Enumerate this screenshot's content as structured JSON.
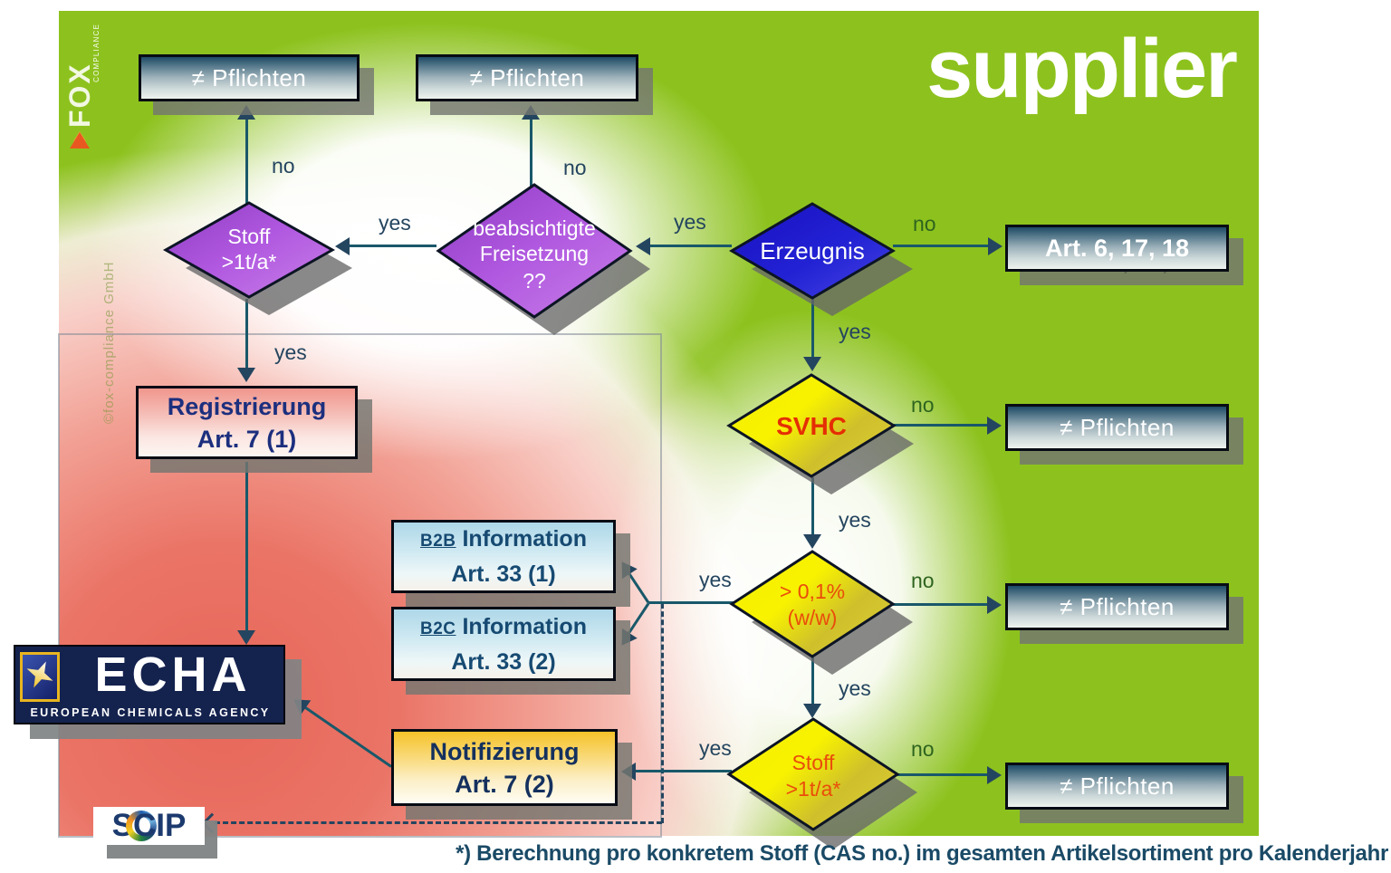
{
  "title": "supplier",
  "footnote": "*) Berechnung pro konkretem Stoff (CAS no.) im gesamten Artikelsortiment pro Kalenderjahr",
  "colors": {
    "background_green": "#8dc21e",
    "red_glow": "#e7675a",
    "arrow_line": "#19586a",
    "label_yes_no": "#24455f",
    "label_no_on_green": "#2e641e",
    "diamond_purple": "#b159e0",
    "diamond_blue": "#2222d4",
    "diamond_yellow": "#f8f200",
    "svhc_text_red": "#e52e04"
  },
  "logos": {
    "fox": {
      "text": "FOX",
      "sub": "COMPLIANCE",
      "watermark": "©fox-compliance GmbH"
    },
    "echa": {
      "text": "ECHA",
      "sub": "EUROPEAN CHEMICALS AGENCY"
    },
    "scip": {
      "pre": "S",
      "c": "C",
      "post": "IP"
    }
  },
  "decisions": {
    "stoff_top": {
      "line1": "Stoff",
      "line2": ">1t/a*"
    },
    "freisetzung": {
      "line1": "beabsichtigte",
      "line2": "Freisetzung",
      "line3": "??"
    },
    "erzeugnis": {
      "line1": "Erzeugnis"
    },
    "svhc": {
      "line1": "SVHC"
    },
    "pct": {
      "line1": "> 0,1%",
      "line2": "(w/w)"
    },
    "stoff_bottom": {
      "line1": "Stoff",
      "line2": ">1t/a*"
    }
  },
  "boxes": {
    "pflichten_top_left": {
      "text": "≠ Pflichten"
    },
    "pflichten_top_mid": {
      "text": "≠ Pflichten"
    },
    "art_6_17_18": {
      "text": "Art. 6, 17, 18"
    },
    "pflichten_svhc": {
      "text": "≠ Pflichten"
    },
    "pflichten_pct": {
      "text": "≠ Pflichten"
    },
    "pflichten_stoff": {
      "text": "≠ Pflichten"
    },
    "registrierung": {
      "line1": "Registrierung",
      "line2": "Art. 7 (1)"
    },
    "b2b": {
      "prefix": "B2B",
      "line1": " Information",
      "line2": "Art. 33 (1)"
    },
    "b2c": {
      "prefix": "B2C",
      "line1": " Information",
      "line2": "Art. 33 (2)"
    },
    "notifizierung": {
      "line1": "Notifizierung",
      "line2": "Art. 7 (2)"
    }
  },
  "labels": {
    "stoff_top_no": "no",
    "freisetzung_no": "no",
    "freisetzung_yes": "yes",
    "erzeugnis_yes": "yes",
    "erzeugnis_no": "no",
    "erzeugnis_svhc_yes": "yes",
    "svhc_no": "no",
    "svhc_yes": "yes",
    "pct_no": "no",
    "pct_info_yes": "yes",
    "pct_stoff_yes": "yes",
    "stoff_bottom_no": "no",
    "stoff_bottom_yes": "yes",
    "stoff_top_yes": "yes"
  }
}
